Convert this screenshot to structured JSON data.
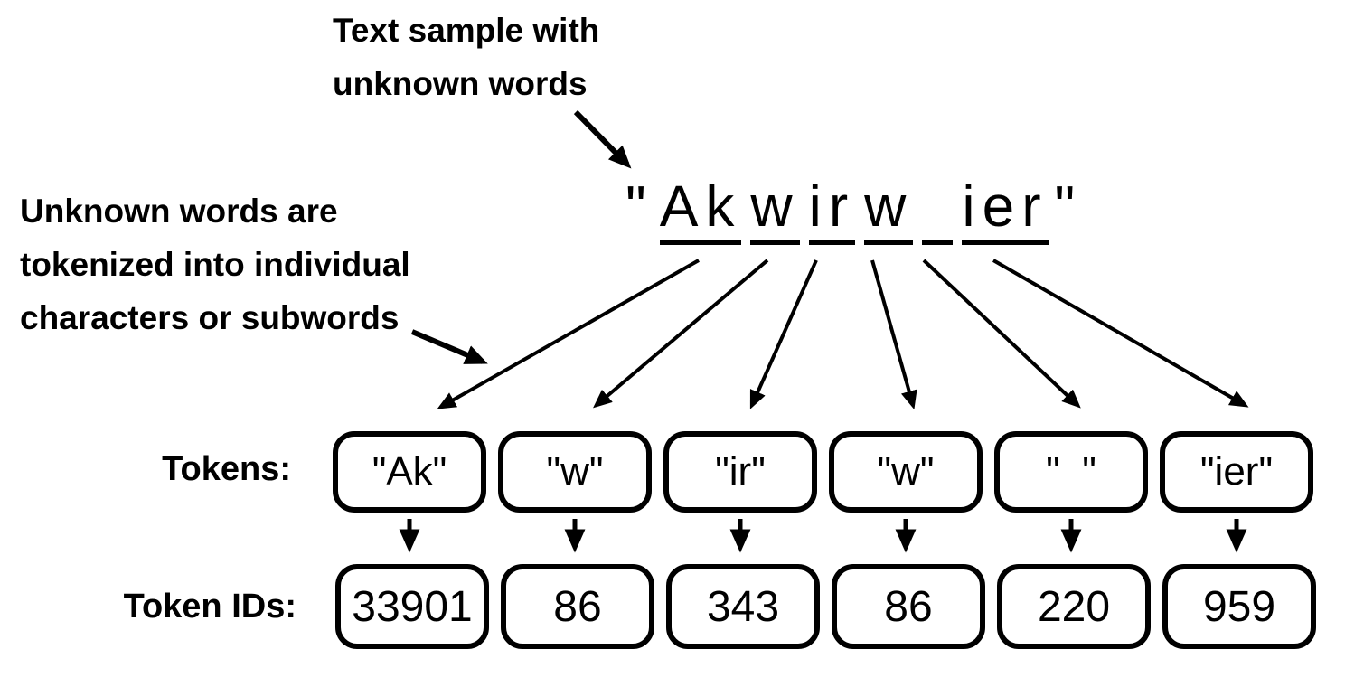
{
  "diagram": {
    "background_color": "#ffffff",
    "ink_color": "#000000"
  },
  "annotations": {
    "top": {
      "lines": [
        "Text sample with",
        "unknown words"
      ]
    },
    "left": {
      "lines": [
        "Unknown words are",
        "tokenized into individual",
        "characters or subwords"
      ]
    }
  },
  "main_text": {
    "open_quote": "\"",
    "close_quote": "\"",
    "segments": [
      "Ak",
      "w",
      "ir",
      "w",
      " ",
      "ier"
    ]
  },
  "tokens_row": {
    "label": "Tokens:",
    "values": [
      "\"Ak\"",
      "\"w\"",
      "\"ir\"",
      "\"w\"",
      "\"  \"",
      "\"ier\""
    ]
  },
  "token_ids_row": {
    "label": "Token IDs:",
    "values": [
      "33901",
      "86",
      "343",
      "86",
      "220",
      "959"
    ]
  }
}
